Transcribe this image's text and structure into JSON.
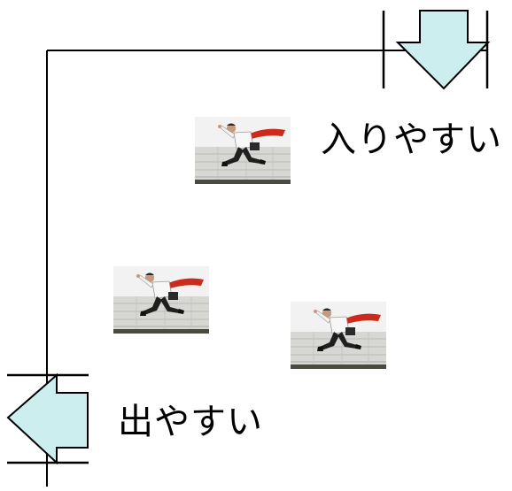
{
  "labels": {
    "enter": "入りやすい",
    "exit": "出やすい"
  },
  "colors": {
    "arrow_fill": "#cceeee",
    "line": "#000000",
    "background": "#ffffff"
  },
  "icons": {
    "figure": "jumping-businessman-photo",
    "entrance_arrow": "down-arrow-icon",
    "exit_arrow": "left-arrow-icon"
  },
  "figure_count": 3
}
